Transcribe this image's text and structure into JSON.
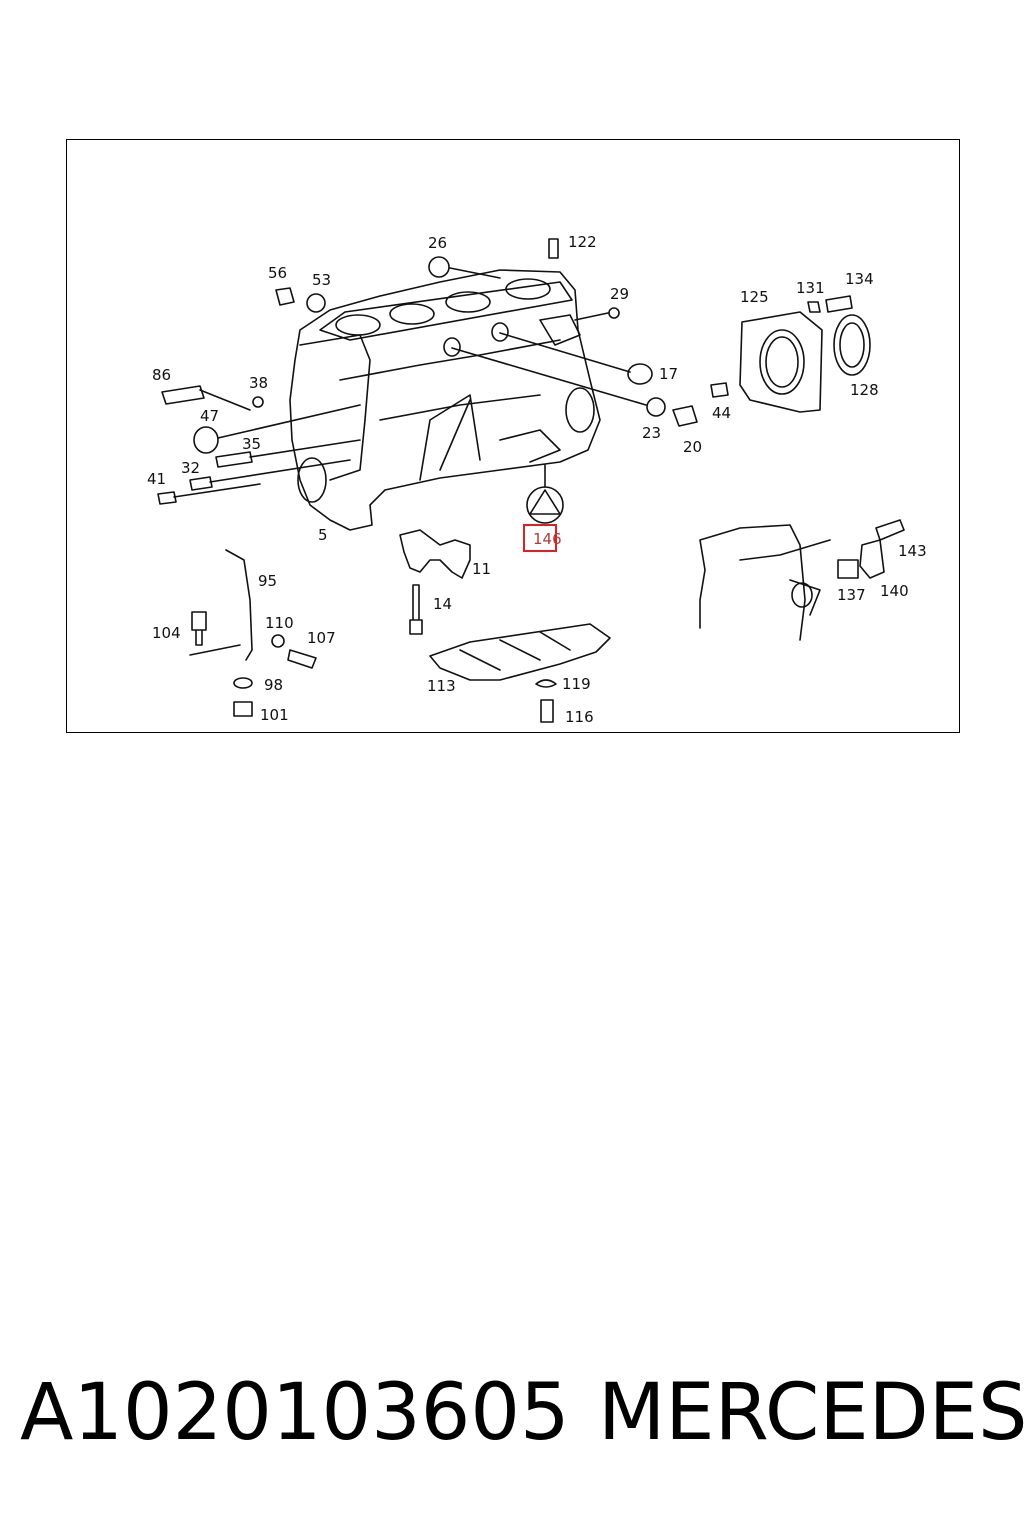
{
  "diagram": {
    "labels": [
      {
        "id": "26",
        "text": "26"
      },
      {
        "id": "122",
        "text": "122"
      },
      {
        "id": "56",
        "text": "56"
      },
      {
        "id": "53",
        "text": "53"
      },
      {
        "id": "29",
        "text": "29"
      },
      {
        "id": "125",
        "text": "125"
      },
      {
        "id": "131",
        "text": "131"
      },
      {
        "id": "134",
        "text": "134"
      },
      {
        "id": "86",
        "text": "86"
      },
      {
        "id": "38",
        "text": "38"
      },
      {
        "id": "17",
        "text": "17"
      },
      {
        "id": "128",
        "text": "128"
      },
      {
        "id": "47",
        "text": "47"
      },
      {
        "id": "44",
        "text": "44"
      },
      {
        "id": "35",
        "text": "35"
      },
      {
        "id": "23",
        "text": "23"
      },
      {
        "id": "20",
        "text": "20"
      },
      {
        "id": "32",
        "text": "32"
      },
      {
        "id": "41",
        "text": "41"
      },
      {
        "id": "5",
        "text": "5"
      },
      {
        "id": "146",
        "text": "146"
      },
      {
        "id": "143",
        "text": "143"
      },
      {
        "id": "11",
        "text": "11"
      },
      {
        "id": "95",
        "text": "95"
      },
      {
        "id": "137",
        "text": "137"
      },
      {
        "id": "140",
        "text": "140"
      },
      {
        "id": "14",
        "text": "14"
      },
      {
        "id": "104",
        "text": "104"
      },
      {
        "id": "110",
        "text": "110"
      },
      {
        "id": "107",
        "text": "107"
      },
      {
        "id": "113",
        "text": "113"
      },
      {
        "id": "119",
        "text": "119"
      },
      {
        "id": "98",
        "text": "98"
      },
      {
        "id": "101",
        "text": "101"
      },
      {
        "id": "116",
        "text": "116"
      }
    ],
    "highlighted": "146"
  },
  "footer": {
    "part_number": "A1020103605",
    "brand": "MERCEDES"
  }
}
